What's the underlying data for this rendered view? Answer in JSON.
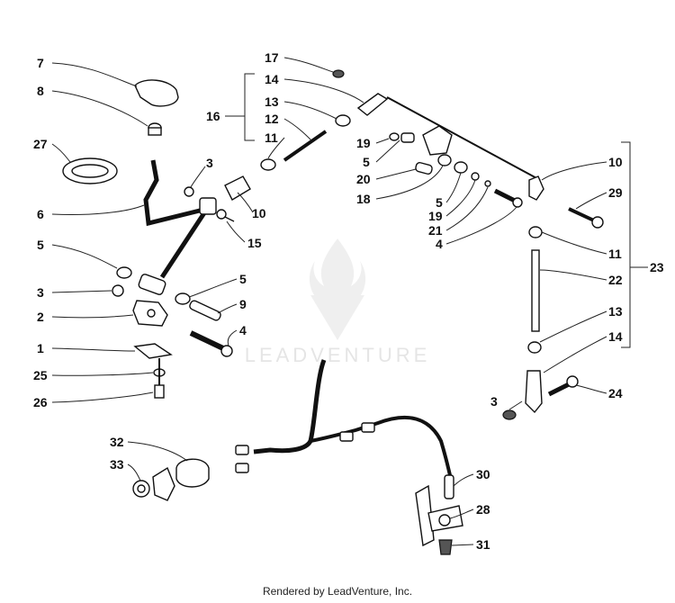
{
  "footer": {
    "credit": "Rendered by LeadVenture, Inc."
  },
  "watermark": {
    "text": "LEADVENTURE"
  },
  "callouts": {
    "c7": "7",
    "c8": "8",
    "c27": "27",
    "c6": "6",
    "c3a": "3",
    "c10a": "10",
    "c15": "15",
    "c5a": "5",
    "c3b": "3",
    "c2": "2",
    "c1": "1",
    "c25": "25",
    "c26": "26",
    "c5b": "5",
    "c9": "9",
    "c4a": "4",
    "c17": "17",
    "c14a": "14",
    "c13a": "13",
    "c16": "16",
    "c12": "12",
    "c11a": "11",
    "c19a": "19",
    "c5c": "5",
    "c20": "20",
    "c18": "18",
    "c5d": "5",
    "c19b": "19",
    "c21": "21",
    "c4b": "4",
    "c10b": "10",
    "c29": "29",
    "c11b": "11",
    "c22": "22",
    "c23": "23",
    "c13b": "13",
    "c14b": "14",
    "c24": "24",
    "c3c": "3",
    "c32": "32",
    "c33": "33",
    "c30": "30",
    "c28": "28",
    "c31": "31"
  }
}
